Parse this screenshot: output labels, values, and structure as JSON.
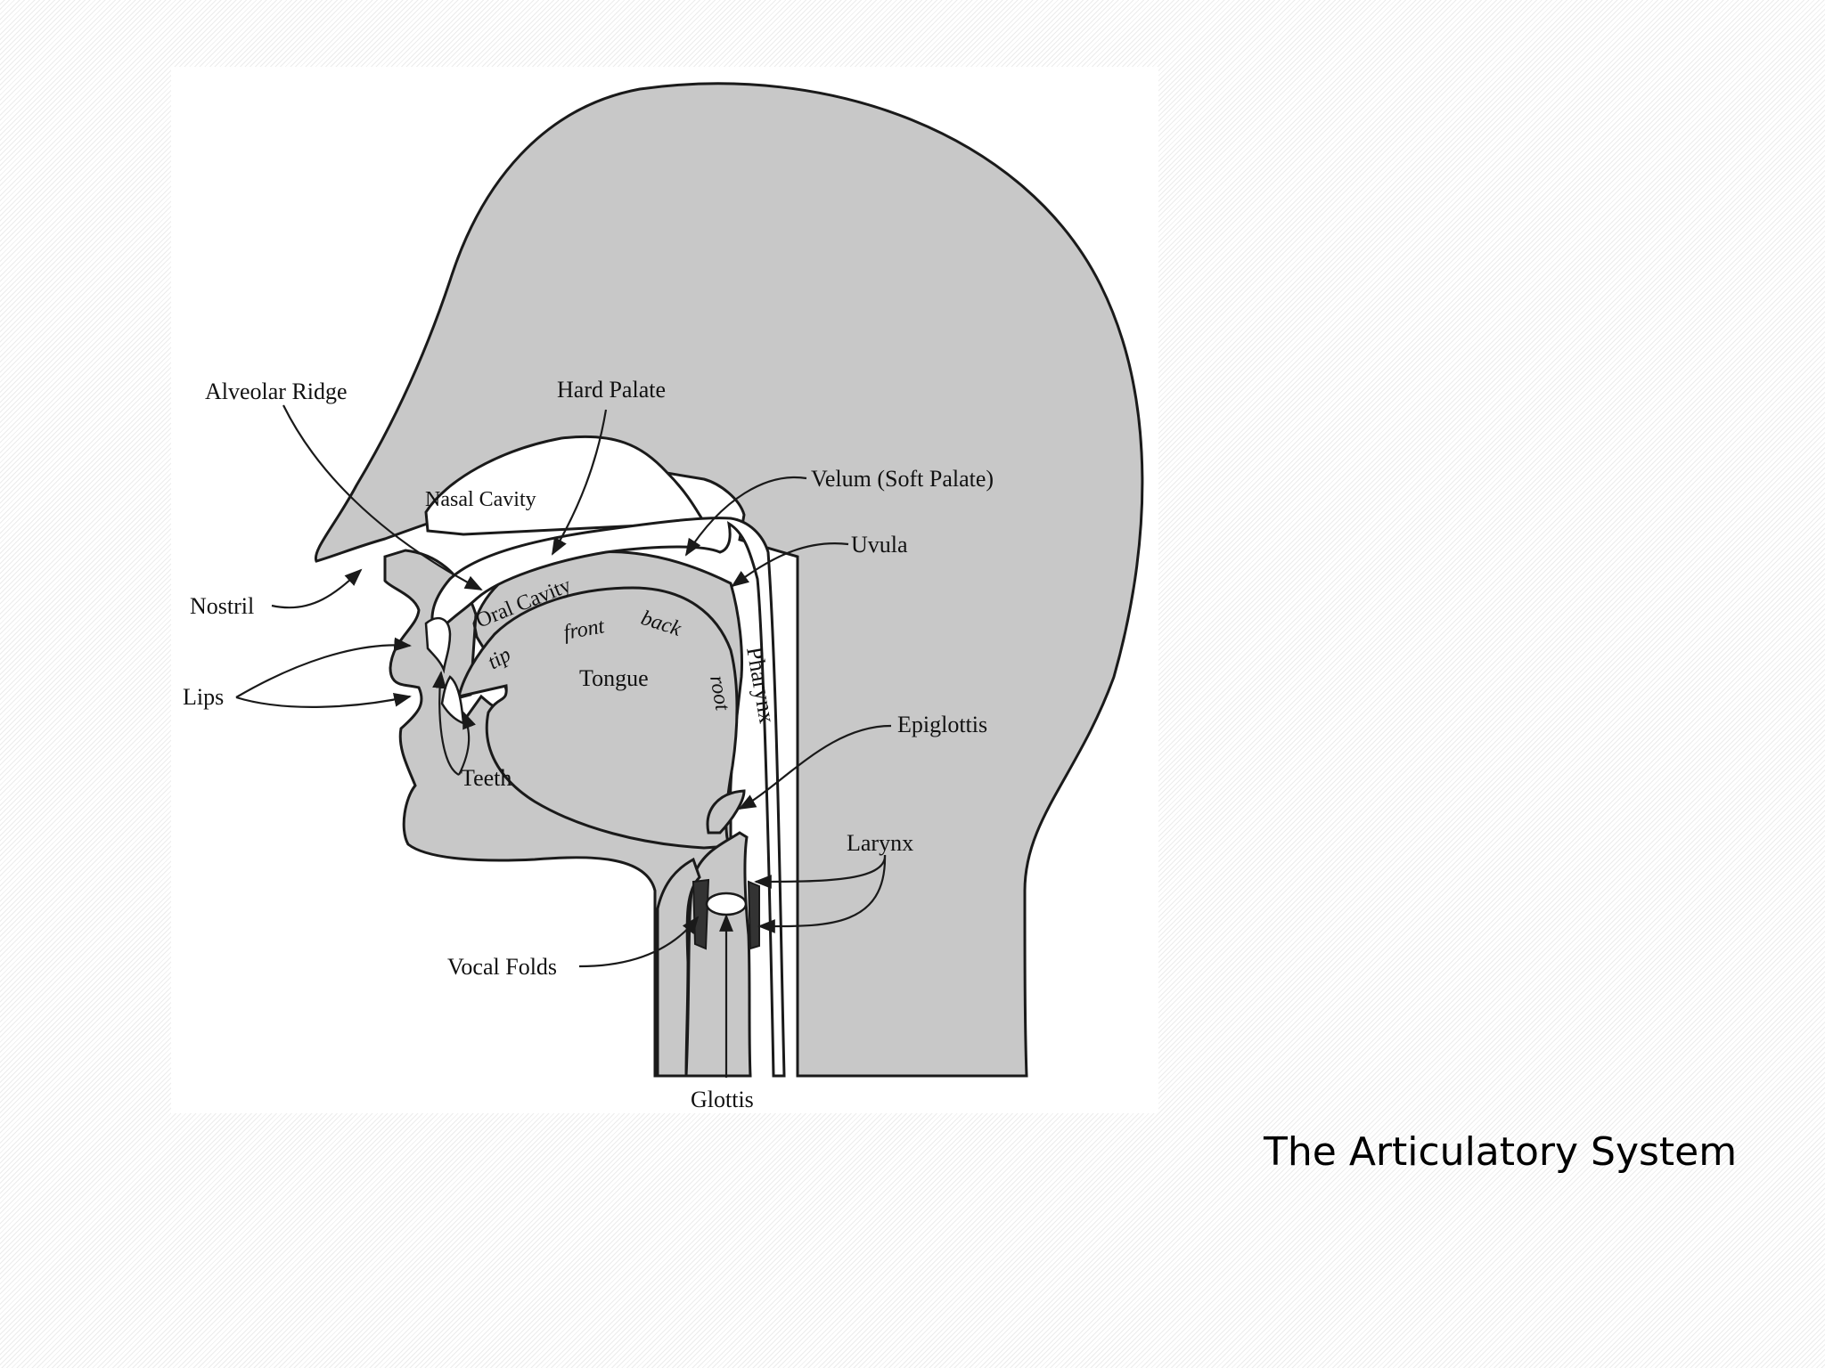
{
  "caption": "The Articulatory System",
  "colors": {
    "tissue": "#c8c8c8",
    "outline": "#1a1a1a",
    "background_hatch": "#ececec"
  },
  "diagram": {
    "labels": {
      "alveolar_ridge": "Alveolar Ridge",
      "hard_palate": "Hard Palate",
      "nasal_cavity": "Nasal Cavity",
      "velum": "Velum (Soft Palate)",
      "uvula": "Uvula",
      "nostril": "Nostril",
      "oral_cavity": "Oral Cavity",
      "tongue_front": "front",
      "tongue_back": "back",
      "tongue_tip": "tip",
      "tongue": "Tongue",
      "tongue_root": "root",
      "pharynx": "Pharynx",
      "lips": "Lips",
      "epiglottis": "Epiglottis",
      "teeth": "Teeth",
      "larynx": "Larynx",
      "vocal_folds": "Vocal Folds",
      "glottis": "Glottis"
    }
  }
}
